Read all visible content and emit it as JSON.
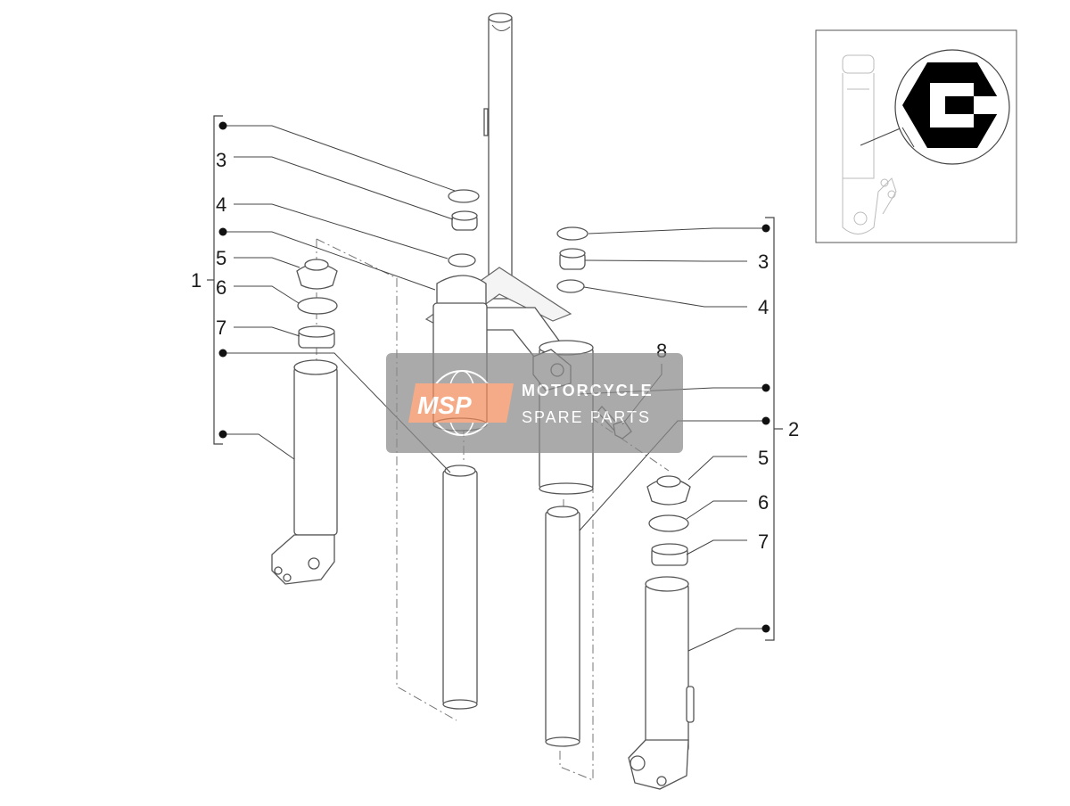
{
  "callouts": {
    "left": [
      "3",
      "4",
      "5",
      "6",
      "7"
    ],
    "left_group": "1",
    "right": [
      "3",
      "4",
      "5",
      "6",
      "7"
    ],
    "right_group": "2",
    "bolt": "8"
  },
  "watermark": {
    "logo": "MSP",
    "line1": "MOTORCYCLE",
    "line2": "SPARE PARTS"
  },
  "inset": {
    "symbol": "tool-wrench-icon"
  },
  "colors": {
    "watermark_bg": "#8a8a8a",
    "watermark_logo": "#f28c5a"
  }
}
